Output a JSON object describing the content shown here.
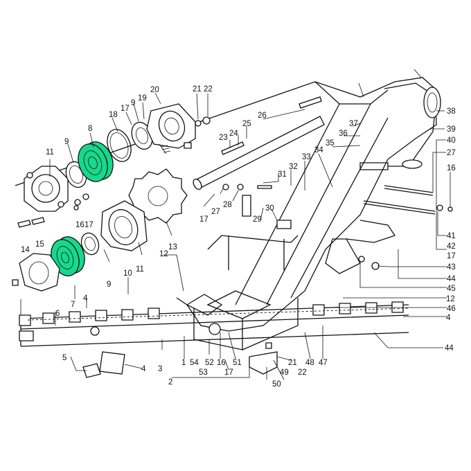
{
  "highlight_color": "#17d98b",
  "line_color": "#111111",
  "highlighted_parts": [
    "8",
    "15"
  ],
  "callouts": [
    "1",
    "2",
    "3",
    "4",
    "4",
    "4",
    "5",
    "6",
    "7",
    "8",
    "9",
    "9",
    "9",
    "10",
    "11",
    "11",
    "12",
    "12",
    "13",
    "14",
    "15",
    "16",
    "16",
    "16",
    "17",
    "17",
    "17",
    "17",
    "17",
    "18",
    "19",
    "20",
    "21",
    "21",
    "22",
    "22",
    "23",
    "24",
    "25",
    "26",
    "27",
    "27",
    "28",
    "29",
    "30",
    "31",
    "32",
    "33",
    "34",
    "35",
    "36",
    "37",
    "38",
    "39",
    "40",
    "41",
    "42",
    "43",
    "44",
    "44",
    "45",
    "46",
    "47",
    "48",
    "49",
    "50",
    "51",
    "52",
    "53",
    "54"
  ]
}
